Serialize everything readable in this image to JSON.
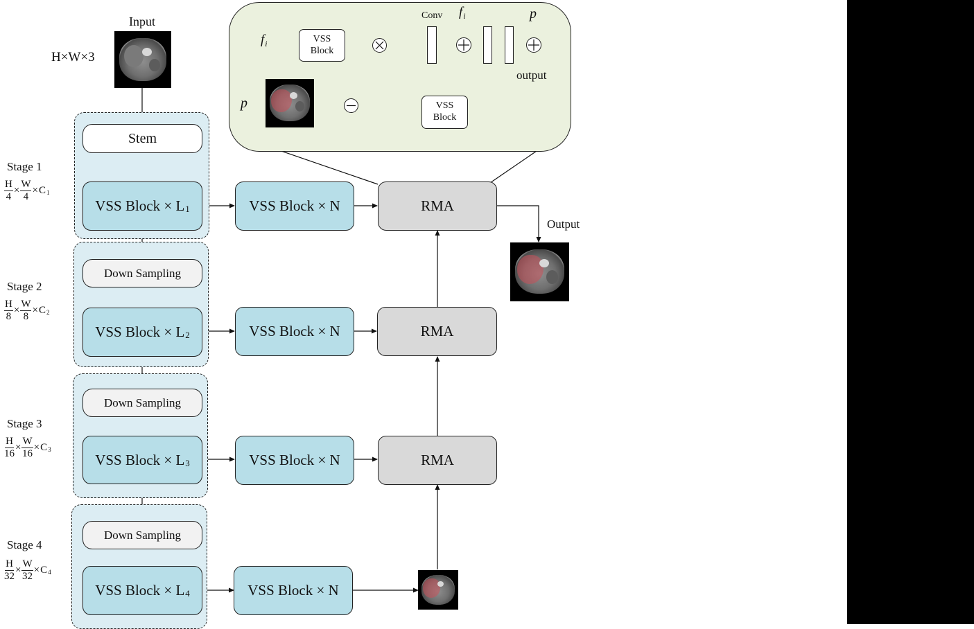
{
  "input_label": "Input",
  "input_dims": "H×W×3",
  "stem_label": "Stem",
  "stages": [
    {
      "label": "Stage 1",
      "h_den": "4",
      "w_den": "4",
      "c_sub": "1",
      "block_label": "VSS Block × L",
      "block_sub": "1",
      "down_label": ""
    },
    {
      "label": "Stage 2",
      "h_den": "8",
      "w_den": "8",
      "c_sub": "2",
      "block_label": "VSS Block × L",
      "block_sub": "2",
      "down_label": "Down Sampling"
    },
    {
      "label": "Stage 3",
      "h_den": "16",
      "w_den": "16",
      "c_sub": "3",
      "block_label": "VSS Block × L",
      "block_sub": "3",
      "down_label": "Down Sampling"
    },
    {
      "label": "Stage 4",
      "h_den": "32",
      "w_den": "32",
      "c_sub": "4",
      "block_label": "VSS Block × L",
      "block_sub": "4",
      "down_label": "Down Sampling"
    }
  ],
  "dim_h": "H",
  "dim_w": "W",
  "dim_c": "C",
  "dim_times": "×",
  "vss_n_label": "VSS Block × N",
  "rma_label": "RMA",
  "output_label": "Output",
  "detail": {
    "fi": "f",
    "fi_sub": "i",
    "p": "p",
    "vss_line1": "VSS",
    "vss_line2": "Block",
    "conv": "Conv",
    "output": "output"
  },
  "colors": {
    "stage_bg": "#dcedf3",
    "block_blue": "#b7dee8",
    "rma_gray": "#d9d9d9",
    "callout_green": "#ebf1de",
    "seg_red": "#c8505a"
  }
}
